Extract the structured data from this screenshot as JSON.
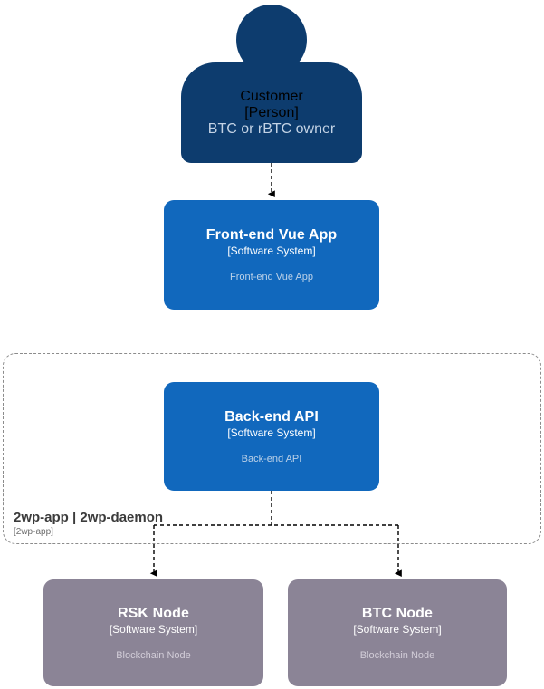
{
  "diagram": {
    "type": "C4 System Context",
    "background": "#ffffff",
    "colors": {
      "person": "#0d3c6e",
      "software_system": "#1168bd",
      "external_system": "#8b8496",
      "boundary_border": "#8c8c8c",
      "relationship_line": "#000000",
      "title_text": "#ffffff",
      "description_text": "#bdd2e8"
    }
  },
  "nodes": {
    "customer": {
      "name": "Customer",
      "type": "[Person]",
      "description": "BTC or rBTC owner",
      "shape": "person"
    },
    "frontend_vue_app": {
      "name": "Front-end Vue App",
      "type": "[Software System]",
      "description": "Front-end Vue App",
      "shape": "box"
    },
    "backend_api": {
      "name": "Back-end API",
      "type": "[Software System]",
      "description": "Back-end API",
      "shape": "box"
    },
    "rsk_node": {
      "name": "RSK Node",
      "type": "[Software System]",
      "description": "Blockchain Node",
      "shape": "box"
    },
    "btc_node": {
      "name": "BTC Node",
      "type": "[Software System]",
      "description": "Blockchain Node",
      "shape": "box"
    }
  },
  "boundary": {
    "name": "2wp-app | 2wp-daemon",
    "type": "[2wp-app]"
  },
  "relationships": [
    {
      "from": "customer",
      "to": "frontend_vue_app",
      "style": "dashed-arrow"
    },
    {
      "from": "backend_api",
      "to": "rsk_node",
      "style": "dashed-arrow"
    },
    {
      "from": "backend_api",
      "to": "btc_node",
      "style": "dashed-arrow"
    }
  ]
}
